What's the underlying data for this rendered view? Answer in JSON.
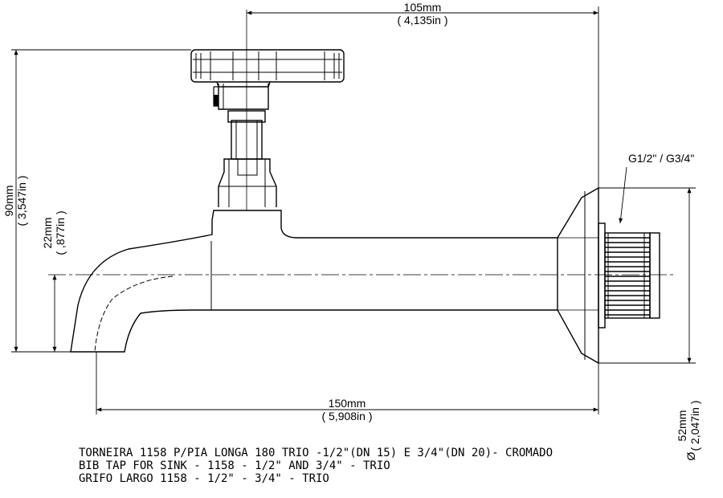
{
  "dimensions": {
    "top_width": {
      "metric": "105mm",
      "imperial": "( 4,135in )"
    },
    "total_height": {
      "metric": "90mm",
      "imperial": "( 3,547in )"
    },
    "spout_height": {
      "metric": "22mm",
      "imperial": "( ,877in )"
    },
    "total_length": {
      "metric": "150mm",
      "imperial": "( 5,908in )"
    },
    "flange_diameter": {
      "metric": "52mm",
      "imperial": "( 2,047in )",
      "symbol": "Ø"
    }
  },
  "thread_label": "G1/2\" / G3/4\"",
  "caption": [
    "TORNEIRA 1158 P/PIA LONGA 180 TRIO -1/2\"(DN 15) E 3/4\"(DN 20)- CROMADO",
    "BIB TAP FOR SINK - 1158 - 1/2\" AND 3/4\" - TRIO",
    "GRIFO LARGO 1158 - 1/2\" - 3/4\" - TRIO"
  ],
  "colors": {
    "line": "#000000",
    "background": "#ffffff"
  }
}
